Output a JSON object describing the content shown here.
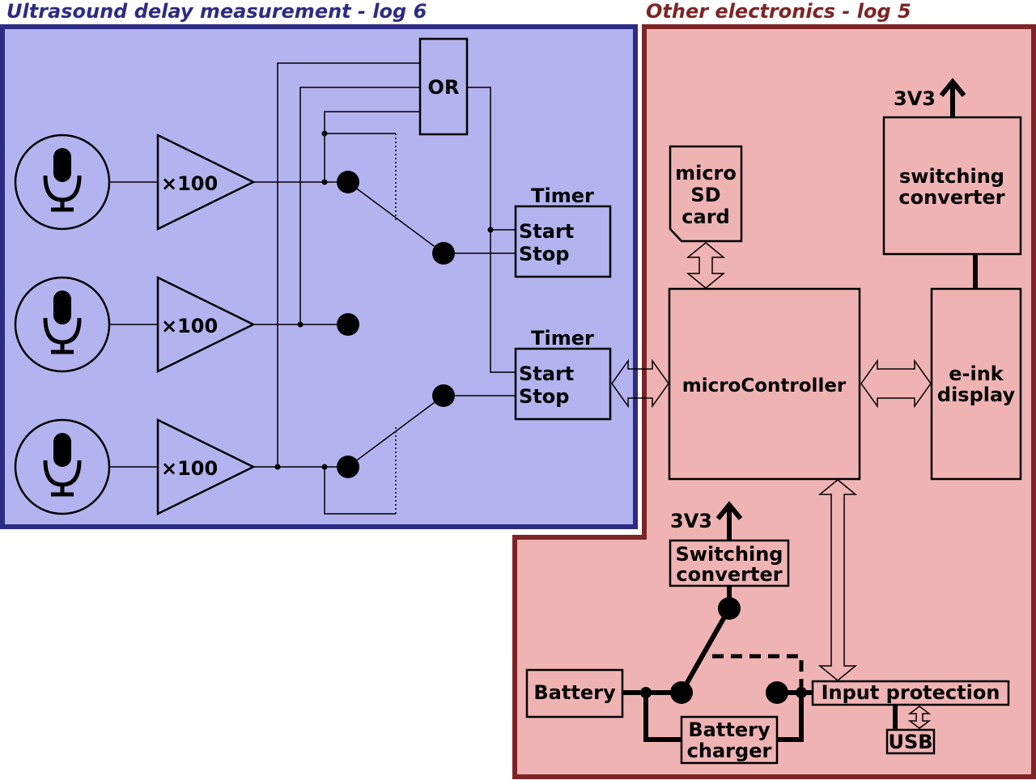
{
  "regions": {
    "ultrasound": {
      "title": "Ultrasound delay measurement - log 6",
      "color": "#2c2c85",
      "fill": "#b3b3ef"
    },
    "electronics": {
      "title": "Other electronics - log 5",
      "color": "#7e2424",
      "fill": "#f0b3b3"
    }
  },
  "ultrasound": {
    "amp_gain_label": "×100",
    "or_label": "OR",
    "timer_title": "Timer",
    "timer_start": "Start",
    "timer_stop": "Stop"
  },
  "electronics": {
    "microcontroller": "microController",
    "sd_card": [
      "micro",
      "SD",
      "card"
    ],
    "eink": [
      "e-ink",
      "display"
    ],
    "top_converter": [
      "switching",
      "converter"
    ],
    "rail_label": "3V3",
    "bottom_converter": [
      "Switching",
      "converter"
    ],
    "battery": "Battery",
    "battery_charger": [
      "Battery",
      "charger"
    ],
    "input_protection": "Input protection",
    "usb": "USB"
  }
}
